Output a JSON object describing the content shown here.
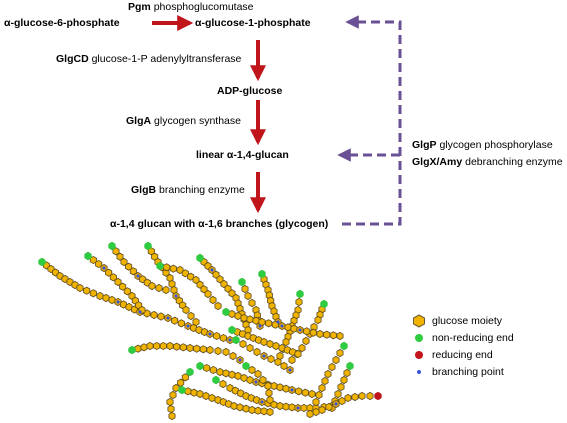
{
  "pathway": {
    "pgm": {
      "enzyme": "Pgm",
      "name": "phosphoglucomutase"
    },
    "g6p": "α-glucose-6-phosphate",
    "g1p": "α-glucose-1-phosphate",
    "glgcd": {
      "enzyme": "GlgCD",
      "name": "glucose-1-P adenylyltransferase"
    },
    "adpg": "ADP-glucose",
    "glga": {
      "enzyme": "GlgA",
      "name": "glycogen synthase"
    },
    "linear": "linear α-1,4-glucan",
    "glgb": {
      "enzyme": "GlgB",
      "name": "branching enzyme"
    },
    "branched": "α-1,4 glucan with α-1,6 branches (glycogen)",
    "glgp": {
      "enzyme": "GlgP",
      "name": "glycogen phosphorylase"
    },
    "glgx": {
      "enzyme": "GlgX/Amy",
      "name": "debranching enzyme"
    }
  },
  "legend": [
    {
      "label": "glucose moiety",
      "marker": "hexagon",
      "color": "#f0b400"
    },
    {
      "label": "non-reducing end",
      "marker": "dot",
      "color": "#2ecc40"
    },
    {
      "label": "reducing end",
      "marker": "dot",
      "color": "#c0151b"
    },
    {
      "label": "branching point",
      "marker": "small-dot",
      "color": "#3a52d8"
    }
  ],
  "colors": {
    "arrow_red": "#c0151b",
    "arrow_dashed": "#6a5094"
  }
}
